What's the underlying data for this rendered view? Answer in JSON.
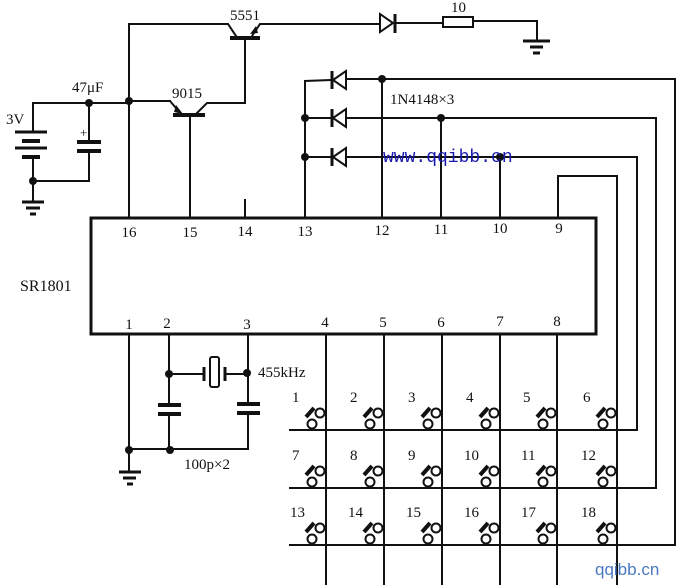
{
  "diagram": {
    "title": "SR1801 18-key remote control transmitter circuit",
    "ic": {
      "name": "SR1801",
      "top_pins": [
        "16",
        "15",
        "14",
        "13",
        "12",
        "11",
        "10",
        "9"
      ],
      "bottom_pins": [
        "1",
        "2",
        "3",
        "4",
        "5",
        "6",
        "7",
        "8"
      ]
    },
    "components": {
      "battery": "3V",
      "capacitor_main": "47μF",
      "transistor_driver": "9015",
      "transistor_output": "5551",
      "resistor": "10",
      "diodes": "1N4148×3",
      "resonator": "455kHz",
      "resonator_caps": "100p×2"
    },
    "keys": {
      "rows": [
        [
          "1",
          "2",
          "3",
          "4",
          "5",
          "6"
        ],
        [
          "7",
          "8",
          "9",
          "10",
          "11",
          "12"
        ],
        [
          "13",
          "14",
          "15",
          "16",
          "17",
          "18"
        ]
      ]
    },
    "watermarks": {
      "center": "www.qqibb.cn",
      "corner": "qqibb.cn"
    }
  }
}
